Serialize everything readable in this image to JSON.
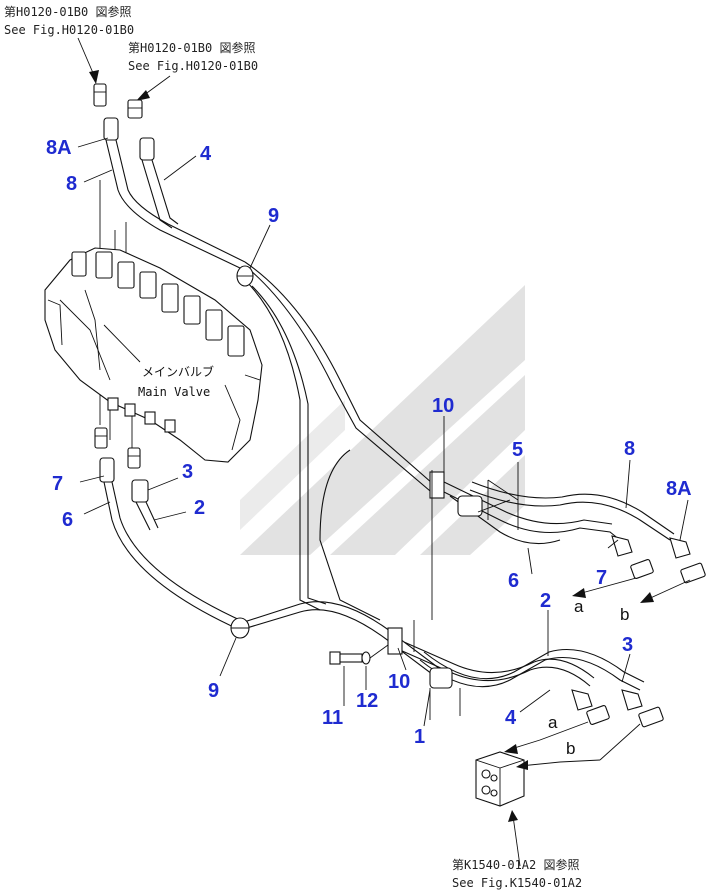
{
  "references": {
    "top_1_jp": "第H0120-01B0 図参照",
    "top_1_en": "See Fig.H0120-01B0",
    "top_2_jp": "第H0120-01B0 図参照",
    "top_2_en": "See Fig.H0120-01B0",
    "bottom_jp": "第K1540-01A2 図参照",
    "bottom_en": "See Fig.K1540-01A2"
  },
  "main_valve": {
    "label_jp": "メインバルブ",
    "label_en": "Main Valve"
  },
  "callouts": {
    "c8A_top": "8A",
    "c8_top": "8",
    "c4_top": "4",
    "c9_top": "9",
    "c10_top": "10",
    "c5": "5",
    "c8_right": "8",
    "c8A_right": "8A",
    "c7_right": "7",
    "c6_right": "6",
    "c2_right": "2",
    "c3_right": "3",
    "c7_left": "7",
    "c6_left": "6",
    "c3_left": "3",
    "c2_left": "2",
    "c9_bottom": "9",
    "c11": "11",
    "c12": "12",
    "c10_bottom": "10",
    "c1": "1",
    "c4_bottom": "4"
  },
  "connection_letters": {
    "a_upper": "a",
    "b_upper": "b",
    "a_lower": "a",
    "b_lower": "b"
  },
  "colors": {
    "callout": "#1f2bd0",
    "line": "#111111",
    "watermark": "#e2e2e2"
  }
}
